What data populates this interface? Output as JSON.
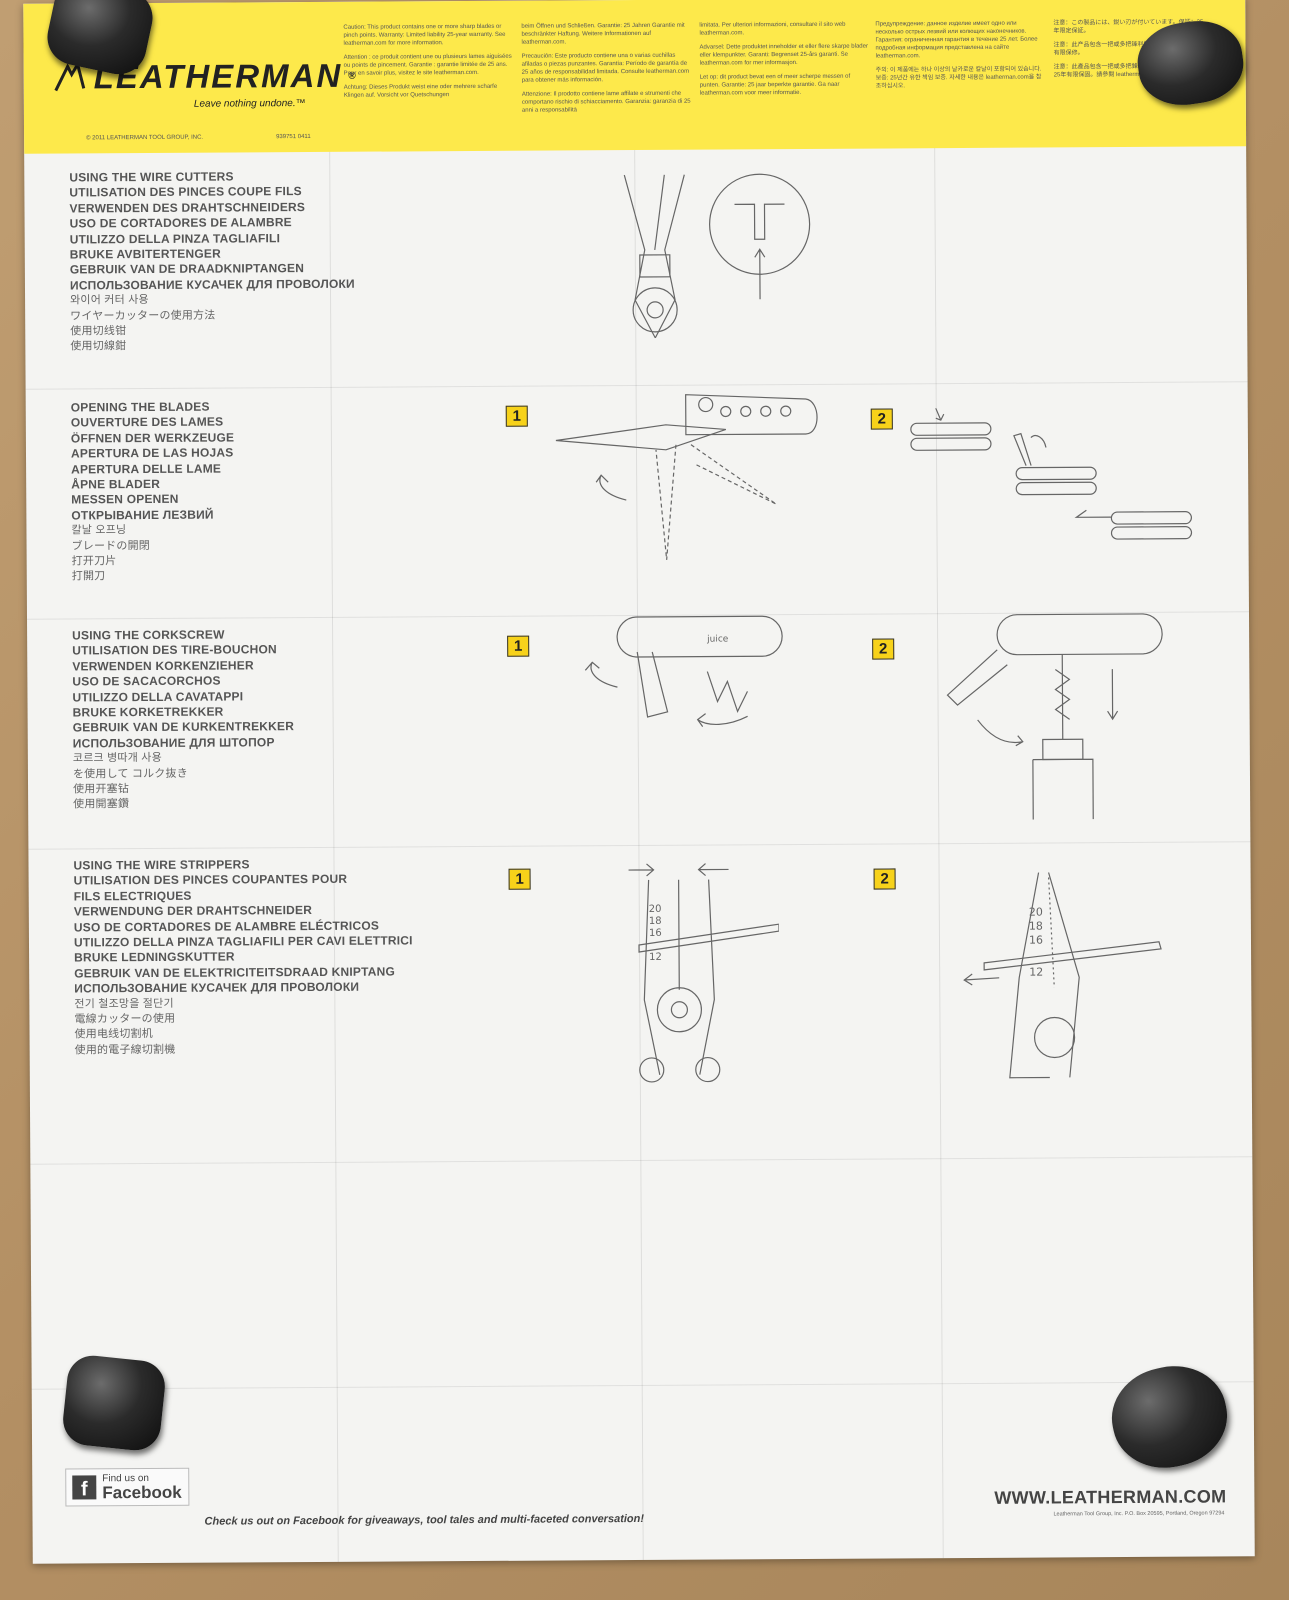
{
  "header": {
    "brand": "LEATHERMAN",
    "brand_mark": "®",
    "tagline": "Leave nothing undone.™",
    "copyright": "© 2011 LEATHERMAN TOOL GROUP, INC.",
    "part_number": "939751  0411",
    "warnings": [
      [
        "Caution: This product contains one or more sharp blades or pinch points. Warranty: Limited liability 25-year warranty. See leatherman.com for more information.",
        "Attention : ce produit contient une ou plusieurs lames aiguisées ou points de pincement. Garantie : garantie limitée de 25 ans. Pour en savoir plus, visitez le site leatherman.com.",
        "Achtung: Dieses Produkt weist eine oder mehrere scharfe Klingen auf. Vorsicht vor Quetschungen"
      ],
      [
        "beim Öffnen und Schließen. Garantie: 25 Jahren Garantie mit beschränkter Haftung. Weitere Informationen auf leatherman.com.",
        "Precaución: Este producto contiene una o varias cuchillas afiladas o piezas punzantes. Garantía: Período de garantía de 25 años de responsabilidad limitada. Consulte leatherman.com para obtener más información.",
        "Attenzione: Il prodotto contiene lame affilate e strumenti che comportano rischio di schiacciamento. Garanzia: garanzia di 25 anni a responsabilità"
      ],
      [
        "limitata. Per ulteriori informazioni, consultare il sito web leatherman.com.",
        "Advarsel: Dette produktet inneholder et eller flere skarpe blader eller klempunkter. Garanti: Begrenset 25-års garanti. Se leatherman.com for mer informasjon.",
        "Let op: dit product bevat een of meer scherpe messen of punten. Garantie: 25 jaar beperkte garantie. Ga naar leatherman.com voor meer informatie."
      ],
      [
        "Предупреждение: данное изделие имеет одно или несколько острых лезвий или колющих наконечников. Гарантия: ограниченная гарантия в течение 25 лет. Более подробная информация представлена на сайте leatherman.com.",
        "주의: 이 제품에는 하나 이상의 날카로운 칼날이 포함되어 있습니다. 보증: 25년간 유한 책임 보증. 자세한 내용은 leatherman.com을 참조하십시오."
      ],
      [
        "注意：この製品には、鋭い刃が付いています。保証：25年限定保証。",
        "注意：此产品包含一把或多把锋利的刀片。保修：25年有限保修。",
        "注意：此產品包含一把或多把鋒利的刀片或夾點。保固：25年有限保固。請參閱 leatherman.com"
      ]
    ]
  },
  "sections": [
    {
      "id": "wire-cutters",
      "titles": [
        "USING THE WIRE CUTTERS",
        "UTILISATION DES PINCES COUPE FILS",
        "VERWENDEN DES DRAHTSCHNEIDERS",
        "USO DE CORTADORES DE ALAMBRE",
        "UTILIZZO DELLA PINZA TAGLIAFILI",
        "BRUKE AVBITERTENGER",
        "GEBRUIK VAN DE DRAADKNIPTANGEN",
        "ИСПОЛЬЗОВАНИЕ КУСАЧЕК ДЛЯ ПРОВОЛОКИ"
      ],
      "titles_cjk": [
        "와이어 커터 사용",
        "ワイヤーカッターの使用方法",
        "使用切线钳",
        "使用切線鉗"
      ]
    },
    {
      "id": "opening-blades",
      "titles": [
        "OPENING THE BLADES",
        "OUVERTURE DES LAMES",
        "ÖFFNEN DER WERKZEUGE",
        "APERTURA DE LAS HOJAS",
        "APERTURA DELLE LAME",
        "ÅPNE BLADER",
        "MESSEN OPENEN",
        "ОТКРЫВАНИЕ ЛЕЗВИЙ"
      ],
      "titles_cjk": [
        "칼날 오프닝",
        "ブレードの開閉",
        "打开刀片",
        "打開刀"
      ],
      "steps": [
        "1",
        "2"
      ]
    },
    {
      "id": "corkscrew",
      "titles": [
        "USING THE CORKSCREW",
        "UTILISATION DES TIRE-BOUCHON",
        "VERWENDEN KORKENZIEHER",
        "USO DE SACACORCHOS",
        "UTILIZZO DELLA CAVATAPPI",
        "BRUKE KORKETREKKER",
        "GEBRUIK VAN DE KURKENTREKKER",
        "ИСПОЛЬЗОВАНИЕ ДЛЯ ШТОПОР"
      ],
      "titles_cjk": [
        "코르크 병따개 사용",
        "を使用して コルク抜き",
        "使用开塞钻",
        "使用開塞鑽"
      ],
      "steps": [
        "1",
        "2"
      ],
      "tool_label": "juice"
    },
    {
      "id": "wire-strippers",
      "titles": [
        "USING THE WIRE STRIPPERS",
        "UTILISATION DES PINCES COUPANTES POUR",
        "FILS ELECTRIQUES",
        "VERWENDUNG DER DRAHTSCHNEIDER",
        "USO DE CORTADORES DE ALAMBRE ELÉCTRICOS",
        "UTILIZZO DELLA PINZA TAGLIAFILI PER CAVI ELETTRICI",
        "BRUKE LEDNINGSKUTTER",
        "GEBRUIK VAN DE ELEKTRICITEITSDRAAD KNIPTANG",
        "ИСПОЛЬЗОВАНИЕ КУСАЧЕК ДЛЯ ПРОВОЛОКИ"
      ],
      "titles_cjk": [
        "전기 철조망을 절단기",
        "電線カッターの使用",
        "使用电线切割机",
        "使用的電子線切割機"
      ],
      "steps": [
        "1",
        "2"
      ],
      "gauges": [
        "20",
        "18",
        "16",
        "12"
      ]
    }
  ],
  "footer": {
    "fb_find": "Find us on",
    "fb_name": "Facebook",
    "fb_letter": "f",
    "fb_message": "Check us out on Facebook for giveaways, tool tales and multi-faceted conversation!",
    "url": "WWW.LEATHERMAN.COM",
    "address": "Leatherman Tool Group, Inc.  P.O. Box 20595, Portland, Oregon 97294"
  },
  "colors": {
    "banner_yellow": "#fde94b",
    "step_badge": "#f7d21a",
    "paper": "#f4f4f2",
    "cardboard": "#b8966a",
    "magnet": "#1c1c1c"
  }
}
